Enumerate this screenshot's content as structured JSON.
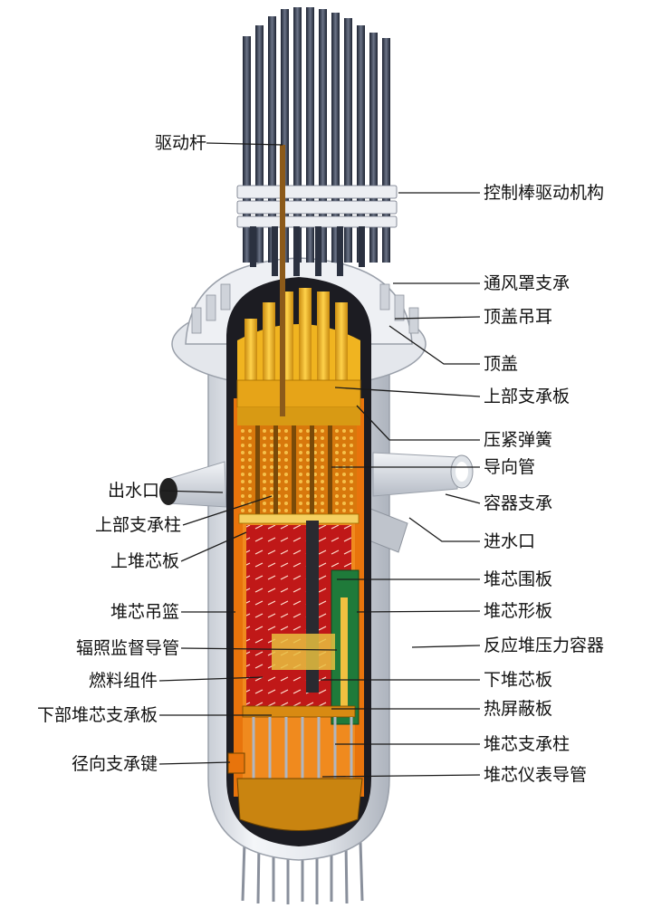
{
  "labels": {
    "left": [
      "驱动杆",
      "出水口",
      "上部支承柱",
      "上堆芯板",
      "堆芯吊篮",
      "辐照监督导管",
      "燃料组件",
      "下部堆芯支承板",
      "径向支承键"
    ],
    "right": [
      "控制棒驱动机构",
      "通风罩支承",
      "顶盖吊耳",
      "顶盖",
      "上部支承板",
      "压紧弹簧",
      "导向管",
      "容器支承",
      "进水口",
      "堆芯围板",
      "堆芯形板",
      "反应堆压力容器",
      "下堆芯板",
      "热屏蔽板",
      "堆芯支承柱",
      "堆芯仪表导管"
    ]
  },
  "colors": {
    "vessel": "#e9ecf1",
    "vessel_shadow": "#b8bec8",
    "core_red": "#c01818",
    "upper_yellow": "#f0b420",
    "barrel_orange": "#e8740c",
    "shield_green": "#1f7a3a",
    "rod_dark": "#2b3140"
  }
}
